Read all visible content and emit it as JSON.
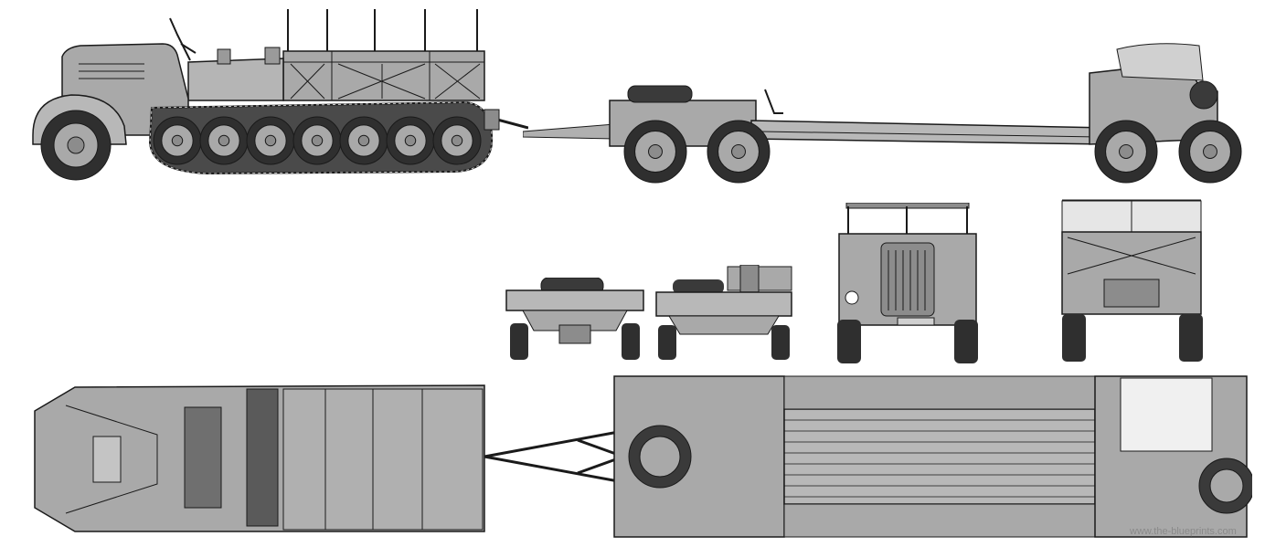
{
  "drawing": {
    "colors": {
      "body": "#a9a9a9",
      "body_light": "#c4c4c4",
      "body_dark": "#8c8c8c",
      "tire": "#2f2f2f",
      "line": "#1a1a1a",
      "background": "#ffffff"
    },
    "views": [
      "halftrack-side-view",
      "trailer-side-view",
      "trailer-rear-view",
      "trailer-front-view",
      "halftrack-front-view",
      "halftrack-rear-view",
      "halftrack-top-view",
      "trailer-top-view"
    ],
    "halftrack_road_wheel_count": 7,
    "trailer_axle_count": 4
  },
  "watermark": "www.the-blueprints.com"
}
